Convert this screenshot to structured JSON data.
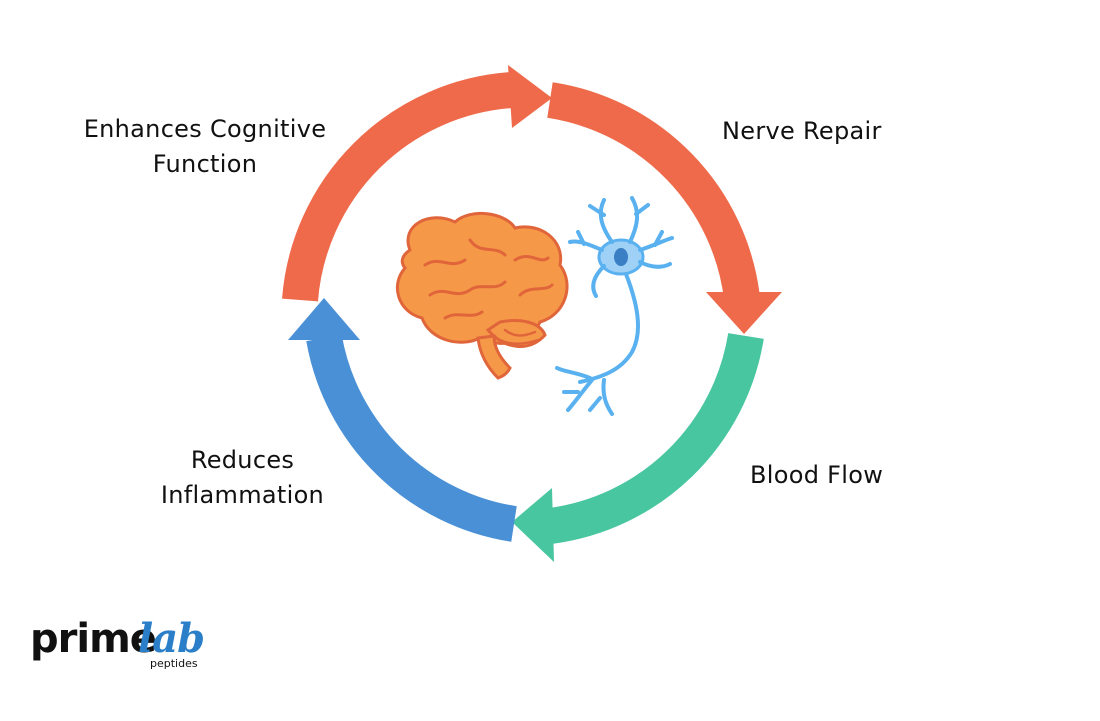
{
  "labels": {
    "cognitive": [
      "Enhances Cognitive",
      "Function"
    ],
    "nerve_repair": "Nerve Repair",
    "blood_flow": "Blood Flow",
    "inflammation": [
      "Reduces",
      "Inflammation"
    ]
  },
  "colors": {
    "arrow_top": "#ef6a4a",
    "arrow_right_top": "#ef6a4a",
    "arrow_right_bottom": "#48c6a0",
    "arrow_left": "#4a90d6",
    "brain": "#f59848",
    "brain_outline": "#e0653a",
    "neuron": "#5ab1f0",
    "logo_accent": "#2b7fc8"
  },
  "icons": [
    "brain-icon",
    "neuron-icon"
  ],
  "logo": {
    "primary": "prime",
    "accent": "lab",
    "subtitle": "peptides"
  }
}
